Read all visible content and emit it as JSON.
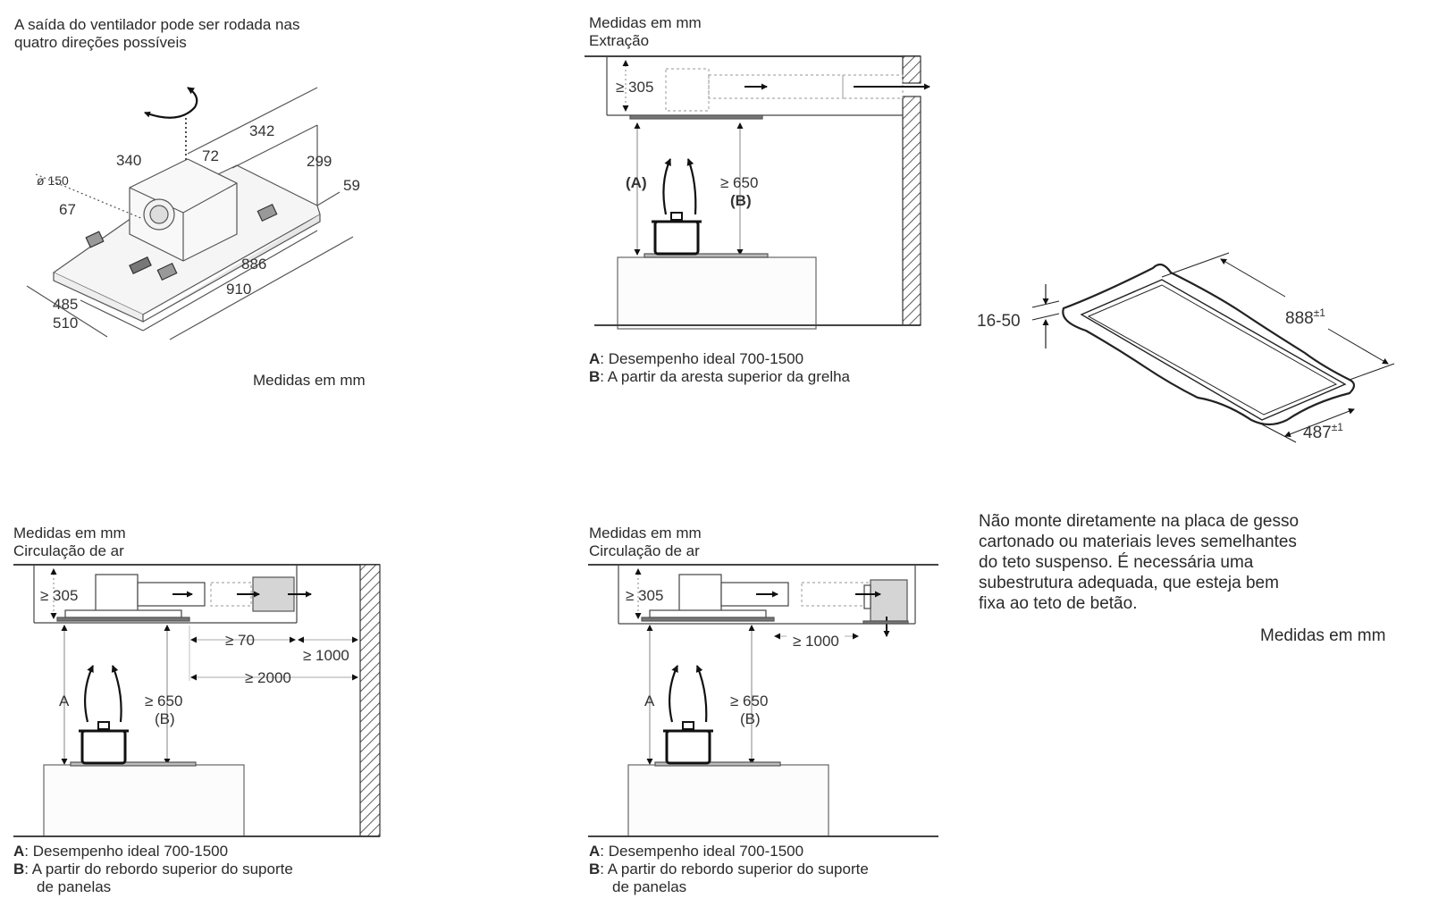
{
  "panel_iso": {
    "caption_line1": "A saída do ventilador pode ser rodada nas",
    "caption_line2": "quatro direções possíveis",
    "units": "Medidas em mm",
    "dims": {
      "d342": "342",
      "d340": "340",
      "d72": "72",
      "d299": "299",
      "d59": "59",
      "d150": "ø 150",
      "d67": "67",
      "d886": "886",
      "d910": "910",
      "d485": "485",
      "d510": "510"
    },
    "icons": {
      "rotation": "rotate-arrow-icon"
    }
  },
  "panel_extraction": {
    "units": "Medidas em mm",
    "mode": "Extração",
    "dim_305": "≥ 305",
    "label_a": "(A)",
    "dim_650": "≥ 650",
    "label_b": "(B)",
    "legend_a_key": "A",
    "legend_a_text": ": Desempenho ideal 700-1500",
    "legend_b_key": "B",
    "legend_b_text": ": A partir da aresta superior da grelha"
  },
  "panel_cutout": {
    "dim_thickness": "16-50",
    "dim_length": "888",
    "dim_length_tol": "±1",
    "dim_width": "487",
    "dim_width_tol": "±1"
  },
  "panel_recirc_1": {
    "units": "Medidas em mm",
    "mode": "Circulação de ar",
    "dim_305": "≥ 305",
    "dim_70": "≥ 70",
    "dim_1000": "≥ 1000",
    "dim_2000": "≥ 2000",
    "label_a": "A",
    "dim_650": "≥ 650",
    "label_b": "(B)",
    "legend_a_key": "A",
    "legend_a_text": ": Desempenho ideal 700-1500",
    "legend_b_key": "B",
    "legend_b_text": ": A partir do rebordo superior do suporte",
    "legend_b_text2": "de panelas"
  },
  "panel_recirc_2": {
    "units": "Medidas em mm",
    "mode": "Circulação de ar",
    "dim_305": "≥ 305",
    "dim_1000": "≥ 1000",
    "label_a": "A",
    "dim_650": "≥ 650",
    "label_b": "(B)",
    "legend_a_key": "A",
    "legend_a_text": ": Desempenho ideal 700-1500",
    "legend_b_key": "B",
    "legend_b_text": ": A partir do rebordo superior do suporte",
    "legend_b_text2": "de panelas"
  },
  "warning_note": {
    "lines": [
      "Não monte diretamente na placa de gesso",
      "cartonado ou materiais leves semelhantes",
      "do teto suspenso. É necessária uma",
      "subestrutura adequada, que esteja bem",
      "fixa ao teto de betão."
    ],
    "units": "Medidas em mm"
  }
}
